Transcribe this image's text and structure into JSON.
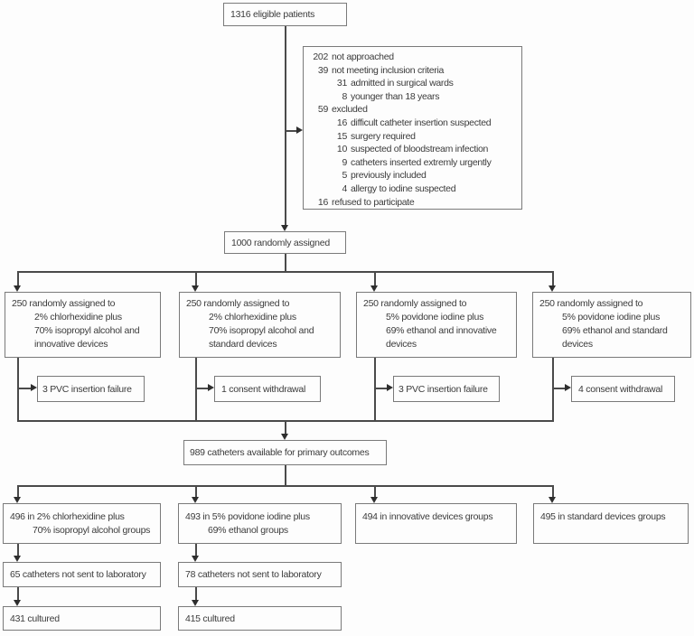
{
  "colors": {
    "line": "#4a4a4a",
    "arrow": "#2e2e2e",
    "box_border": "#7a7a7a",
    "text": "#3b3b3b",
    "background": "#fdfdfd"
  },
  "boxes": {
    "eligible": "1316 eligible patients",
    "exclusions": [
      {
        "num": "202",
        "text": "not approached"
      },
      {
        "num": "39",
        "text": "not meeting inclusion criteria"
      },
      {
        "num": "31",
        "text": "admitted in surgical wards"
      },
      {
        "num": "8",
        "text": "younger than 18 years"
      },
      {
        "num": "59",
        "text": "excluded"
      },
      {
        "num": "16",
        "text": "difficult catheter insertion suspected"
      },
      {
        "num": "15",
        "text": "surgery required"
      },
      {
        "num": "10",
        "text": "suspected of bloodstream infection"
      },
      {
        "num": "9",
        "text": "catheters inserted extremly urgently"
      },
      {
        "num": "5",
        "text": "previously included"
      },
      {
        "num": "4",
        "text": "allergy to iodine suspected"
      },
      {
        "num": "16",
        "text": "refused to participate"
      }
    ],
    "randomized": "1000 randomly assigned",
    "arms": [
      {
        "lines": [
          "250 randomly assigned to",
          "2% chlorhexidine plus",
          "70% isopropyl alcohol and",
          "innovative devices"
        ]
      },
      {
        "lines": [
          "250 randomly assigned to",
          "2% chlorhexidine plus",
          "70% isopropyl alcohol and",
          "standard devices"
        ]
      },
      {
        "lines": [
          "250 randomly assigned to",
          "5% povidone iodine plus",
          "69% ethanol and innovative",
          "devices"
        ]
      },
      {
        "lines": [
          "250 randomly assigned to",
          "5% povidone iodine plus",
          "69% ethanol and standard",
          "devices"
        ]
      }
    ],
    "dropouts": [
      "3 PVC insertion failure",
      "1 consent withdrawal",
      "3 PVC insertion failure",
      "4 consent withdrawal"
    ],
    "available": "989 catheters available for primary outcomes",
    "outcome_groups": [
      {
        "line1": "496 in 2% chlorhexidine plus",
        "line2": "70% isopropyl alcohol groups"
      },
      {
        "line1": "493 in 5% povidone iodine plus",
        "line2": "69% ethanol groups"
      },
      {
        "line1": "494 in innovative devices groups",
        "line2": ""
      },
      {
        "line1": "495 in standard devices groups",
        "line2": ""
      }
    ],
    "not_sent": [
      "65 catheters not sent to laboratory",
      "78 catheters not sent to laboratory"
    ],
    "cultured": [
      "431 cultured",
      "415 cultured"
    ]
  }
}
